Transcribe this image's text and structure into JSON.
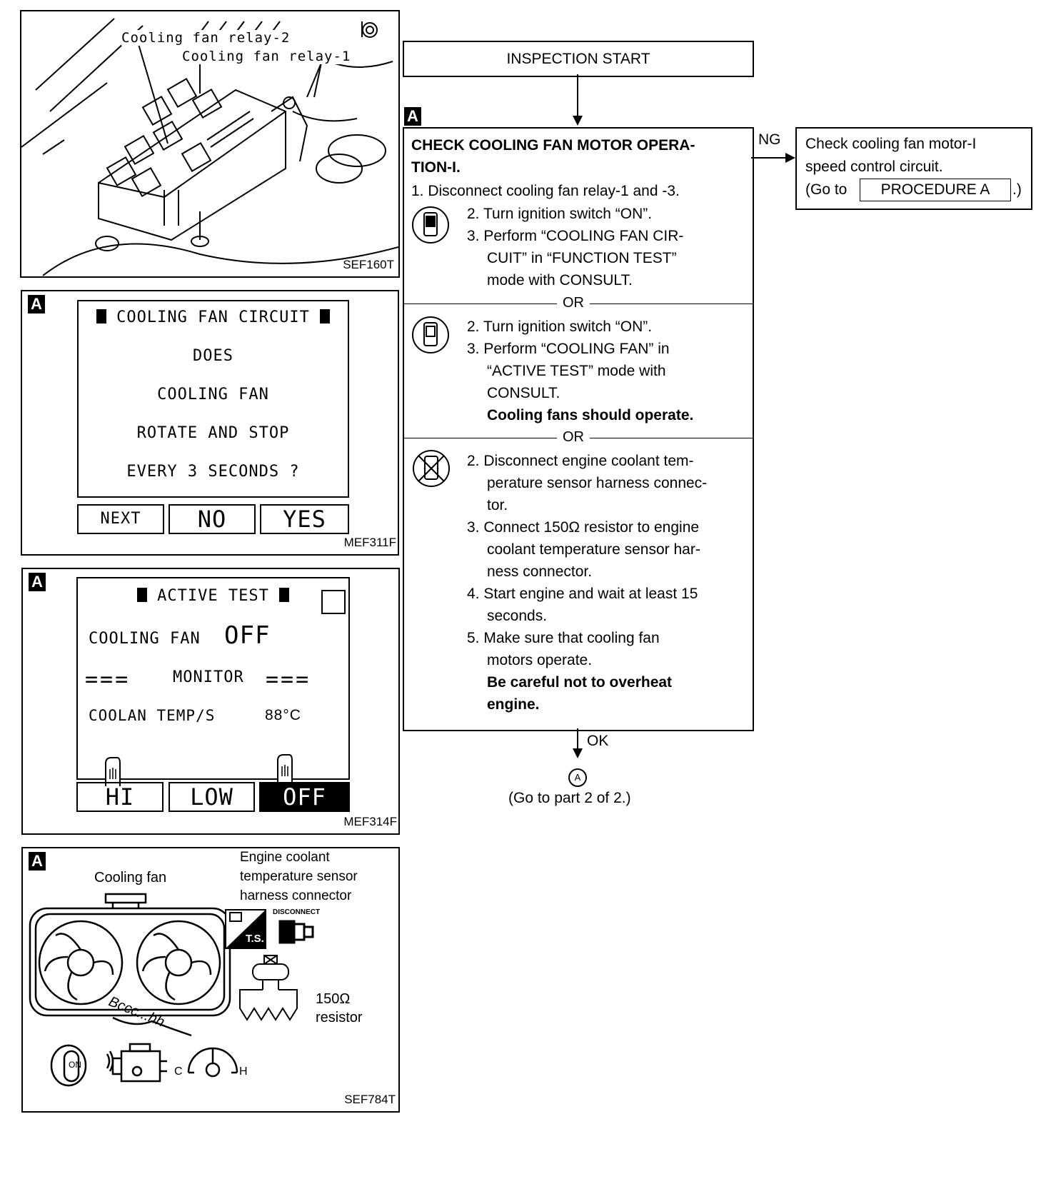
{
  "fig1": {
    "labels": [
      "Cooling fan relay-2",
      "Cooling fan relay-1"
    ],
    "code": "SEF160T"
  },
  "fig2": {
    "tag": "A",
    "screen_title": "COOLING FAN CIRCUIT",
    "lines": [
      "DOES",
      "COOLING FAN",
      "ROTATE AND STOP",
      "EVERY 3 SECONDS ?"
    ],
    "buttons": [
      "NEXT",
      "NO",
      "YES"
    ],
    "code": "MEF311F"
  },
  "fig3": {
    "tag": "A",
    "screen_title": "ACTIVE TEST",
    "item_label": "COOLING FAN",
    "item_value": "OFF",
    "monitor_label": "MONITOR",
    "monitor_item": "COOLAN TEMP/S",
    "monitor_value": "88°C",
    "buttons": [
      "HI",
      "LOW",
      "OFF"
    ],
    "code": "MEF314F"
  },
  "fig4": {
    "tag": "A",
    "fan_label": "Cooling fan",
    "sensor_label": [
      "Engine coolant",
      "temperature sensor",
      "harness connector"
    ],
    "sound_text": "Bccc...hh",
    "ts_label": "T.S.",
    "disconnect_label": "DISCONNECT",
    "resistor_label": [
      "150Ω",
      "resistor"
    ],
    "on_label": "ON",
    "gauge_c": "C",
    "gauge_h": "H",
    "code": "SEF784T"
  },
  "flow": {
    "start": "INSPECTION START",
    "tag": "A",
    "title_line1": "CHECK COOLING FAN MOTOR OPERA-",
    "title_line2": "TION-I.",
    "step1": "1. Disconnect cooling fan relay-1 and -3.",
    "sec1": [
      "2. Turn ignition switch “ON”.",
      "3. Perform “COOLING FAN CIR-",
      "CUIT” in “FUNCTION TEST”",
      "mode with CONSULT."
    ],
    "or": "OR",
    "sec2": [
      "2. Turn ignition switch “ON”.",
      "3. Perform “COOLING FAN” in",
      "“ACTIVE TEST” mode with",
      "CONSULT."
    ],
    "sec2_note": "Cooling fans should operate.",
    "sec3": [
      "2. Disconnect engine coolant tem-",
      "perature sensor harness connec-",
      "tor.",
      "3. Connect 150Ω resistor to engine",
      "coolant temperature sensor har-",
      "ness connector.",
      "4. Start engine and wait at least 15",
      "seconds.",
      "5. Make sure that cooling fan",
      "motors operate."
    ],
    "sec3_note": [
      "Be careful not to overheat",
      "engine."
    ],
    "ng": "NG",
    "ng_box": [
      "Check cooling fan motor-I",
      "speed control circuit.",
      "(Go to",
      "PROCEDURE A",
      ".)"
    ],
    "ok": "OK",
    "connector": "A",
    "goto": "(Go to part 2 of 2.)"
  }
}
